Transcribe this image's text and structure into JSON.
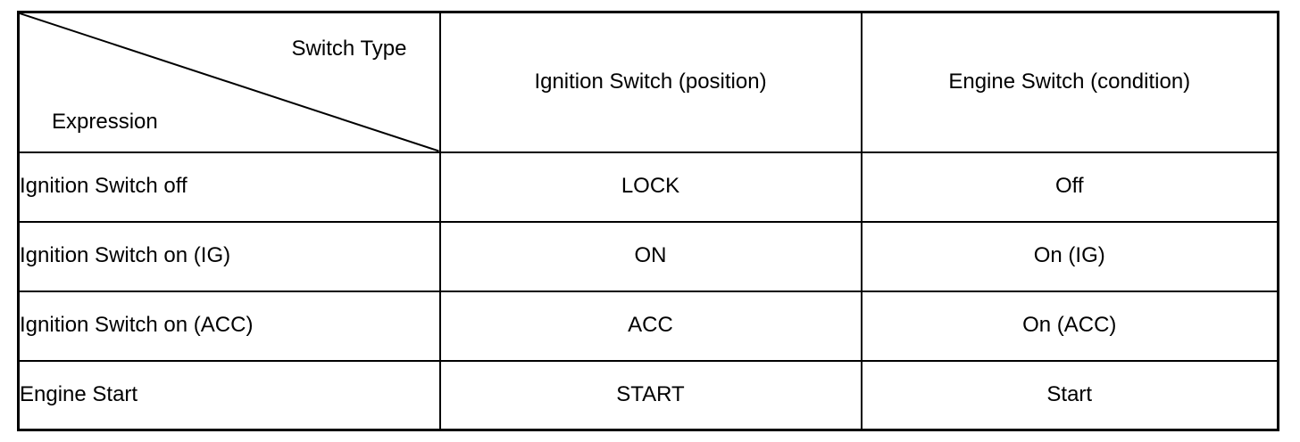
{
  "table": {
    "corner": {
      "top_right": "Switch Type",
      "bottom_left": "Expression"
    },
    "columns": [
      "Ignition Switch (position)",
      "Engine Switch (condition)"
    ],
    "rows": [
      {
        "expression": "Ignition Switch off",
        "ignition_switch_position": "LOCK",
        "engine_switch_condition": "Off"
      },
      {
        "expression": "Ignition Switch on (IG)",
        "ignition_switch_position": "ON",
        "engine_switch_condition": "On (IG)"
      },
      {
        "expression": "Ignition Switch on (ACC)",
        "ignition_switch_position": "ACC",
        "engine_switch_condition": "On (ACC)"
      },
      {
        "expression": "Engine Start",
        "ignition_switch_position": "START",
        "engine_switch_condition": "Start"
      }
    ],
    "colors": {
      "border": "#000000",
      "background": "#ffffff",
      "text": "#000000"
    }
  }
}
